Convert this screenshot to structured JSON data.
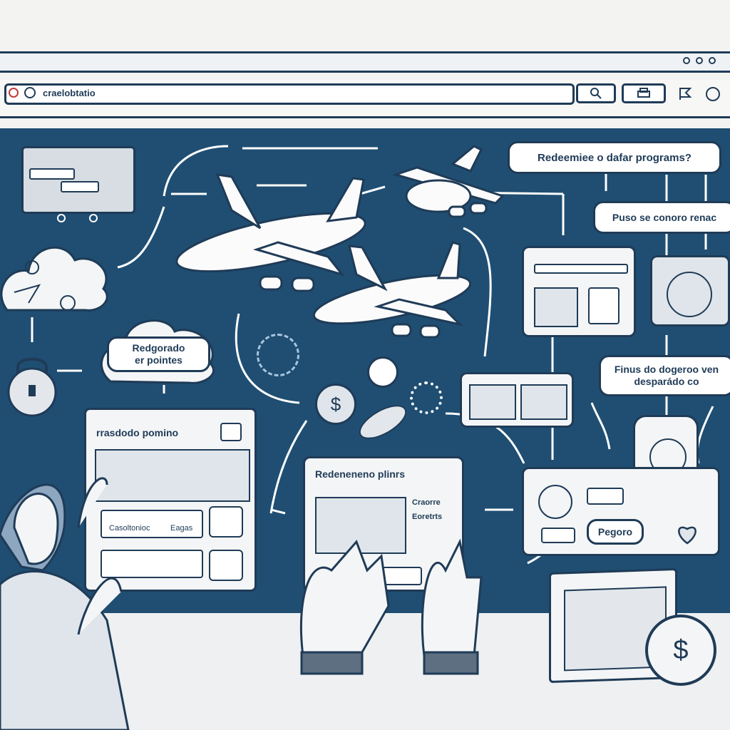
{
  "browser": {
    "url": "craelobtatio",
    "search_icon": "search-icon",
    "toolbar_icons": [
      "print-icon",
      "flag-icon",
      "settings-icon"
    ]
  },
  "bubbles": {
    "question": "Redeemiee o dafar programs?",
    "info": "Puso se conoro renac",
    "cloud_note": "Redgorado\ner pointes",
    "note_right": "Finus do dogeroo ven\ndesparádo co"
  },
  "left_screen": {
    "title": "rrasdodo pomino",
    "row_labels": [
      "Casoltonioc",
      "Eagas"
    ]
  },
  "center_panel": {
    "title": "Redeneneno plinrs",
    "side_labels": [
      "Craorre",
      "Eoretrts"
    ]
  },
  "right_panel": {
    "button_label": "Pegoro"
  },
  "colors": {
    "board": "#1f4e72",
    "outline": "#1f3b57",
    "panel": "#f4f5f6",
    "accent_red": "#c23a3a"
  }
}
